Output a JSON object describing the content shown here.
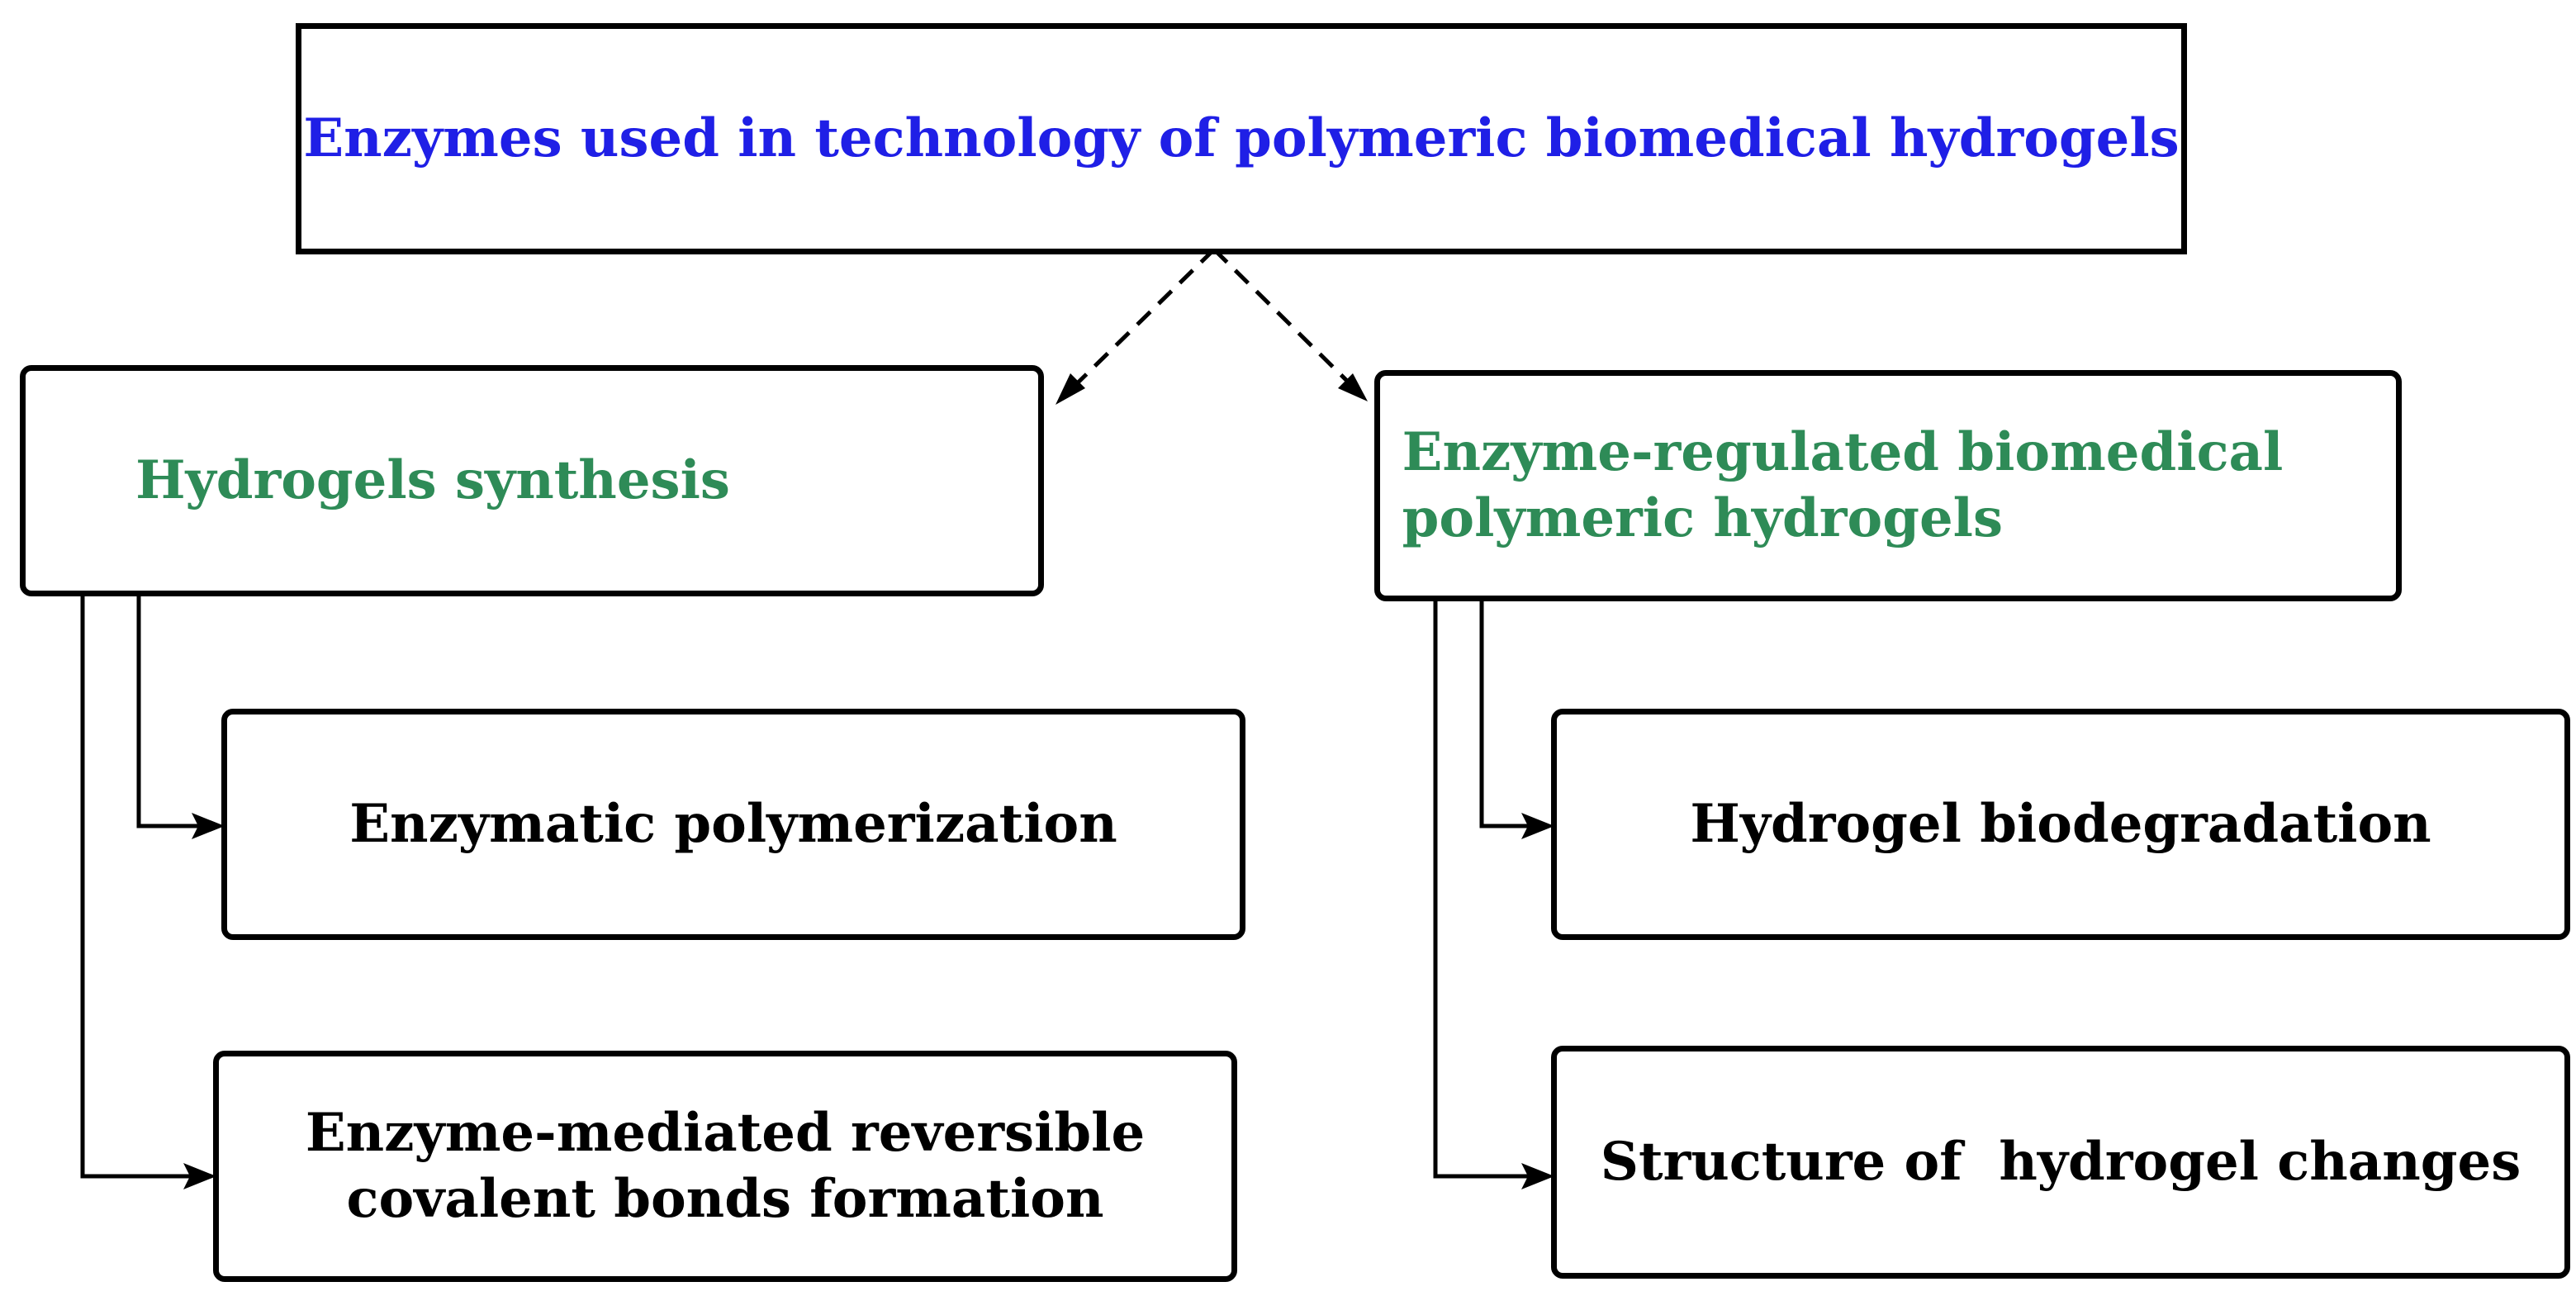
{
  "colors": {
    "root_text": "#1f1fe6",
    "category_text": "#2e8b57",
    "item_text": "#000000",
    "lines": "#000000"
  },
  "root": {
    "label": "Enzymes used in technology of polymeric biomedical hydrogels"
  },
  "categories": [
    {
      "label": "Hydrogels synthesis",
      "items": [
        "Enzymatic polymerization",
        "Enzyme-mediated reversible\ncovalent bonds formation"
      ]
    },
    {
      "label": "Enzyme-regulated biomedical\npolymeric hydrogels",
      "items": [
        "Hydrogel biodegradation",
        "Structure of  hydrogel changes"
      ]
    }
  ]
}
